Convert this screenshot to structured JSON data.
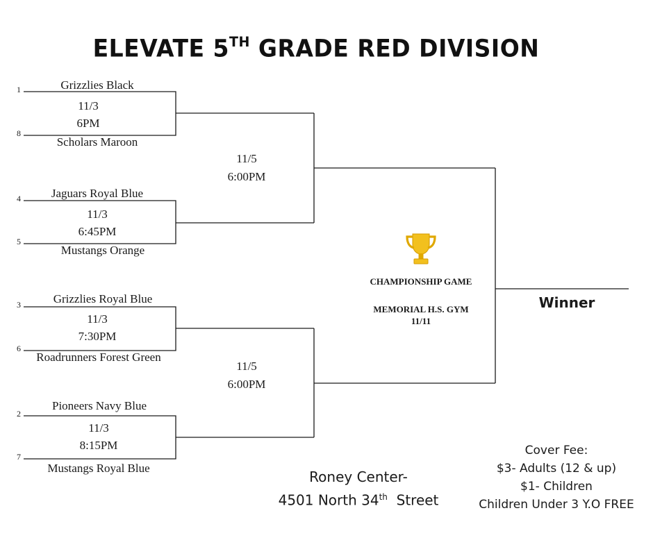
{
  "title": {
    "main": "ELEVATE 5",
    "sup": "TH",
    "rest": " GRADE RED DIVISION"
  },
  "round1": [
    {
      "seed_top": "1",
      "team_top": "Grizzlies Black",
      "date": "11/3",
      "time": "6PM",
      "seed_bottom": "8",
      "team_bottom": "Scholars Maroon"
    },
    {
      "seed_top": "4",
      "team_top": "Jaguars Royal Blue",
      "date": "11/3",
      "time": "6:45PM",
      "seed_bottom": "5",
      "team_bottom": "Mustangs Orange"
    },
    {
      "seed_top": "3",
      "team_top": "Grizzlies Royal Blue",
      "date": "11/3",
      "time": "7:30PM",
      "seed_bottom": "6",
      "team_bottom": "Roadrunners Forest Green"
    },
    {
      "seed_top": "2",
      "team_top": "Pioneers Navy Blue",
      "date": "11/3",
      "time": "8:15PM",
      "seed_bottom": "7",
      "team_bottom": "Mustangs Royal Blue"
    }
  ],
  "semifinals": [
    {
      "date": "11/5",
      "time": "6:00PM"
    },
    {
      "date": "11/5",
      "time": "6:00PM"
    }
  ],
  "championship": {
    "icon": "trophy-icon",
    "label": "CHAMPIONSHIP GAME",
    "venue": "MEMORIAL H.S. GYM",
    "date": "11/11"
  },
  "winner_label": "Winner",
  "location": {
    "line1": "Roney Center-",
    "line2_a": "4501 North 34",
    "line2_sup": "th",
    "line2_b": "  Street"
  },
  "cover_fee": {
    "heading": "Cover Fee:",
    "adults": "$3- Adults (12 & up)",
    "children": "$1- Children",
    "free": "Children Under 3 Y.O FREE"
  },
  "colors": {
    "line": "#1a1a1a",
    "trophy": "#f2c01e",
    "trophy_dark": "#d69b00"
  }
}
